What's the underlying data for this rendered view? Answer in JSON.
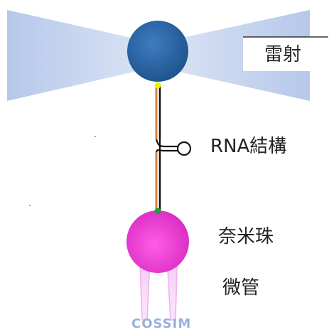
{
  "labels": {
    "laser": "雷射",
    "rna": "RNA結構",
    "bead": "奈米珠",
    "pipette": "微管"
  },
  "watermark": "COSSIM",
  "colors": {
    "laser_beam": "#c3d1ec",
    "trapped_bead": "#2e67a3",
    "rna_strand": "#d9823a",
    "dna_handle": "#111111",
    "bead_top_anchor": "#f2f000",
    "bead_bottom_anchor": "#1e9e3a",
    "nano_bead": "#e93fcf",
    "pipette": "#f0bdf2",
    "watermark": "#9ab0dc"
  }
}
